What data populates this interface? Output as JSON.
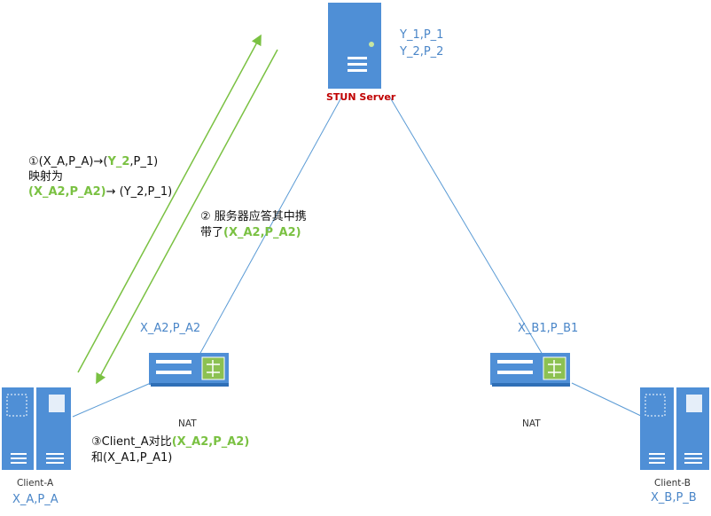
{
  "stun": {
    "label": "STUN Server",
    "addr1": "Y_1,P_1",
    "addr2": "Y_2,P_2"
  },
  "nat_a": {
    "label": "NAT",
    "addr": "X_A2,P_A2"
  },
  "nat_b": {
    "label": "NAT",
    "addr": "X_B1,P_B1"
  },
  "client_a": {
    "label": "Client-A",
    "addr": "X_A,P_A"
  },
  "client_b": {
    "label": "Client-B",
    "addr": "X_B,P_B"
  },
  "step1": {
    "line1_pre": "①(X_A,P_A)",
    "arrow": "→",
    "paren_open": "(",
    "y2": "Y_2",
    "line1_post": ",P_1)",
    "line2": "映射为",
    "mapped": "(X_A2,P_A2)",
    "line3_tail": " (Y_2,P_1)"
  },
  "step2": {
    "line1": "② 服务器应答其中携",
    "line2_pre": "带了",
    "mapped": "(X_A2,P_A2)"
  },
  "step3": {
    "line1_pre": "③Client_A对比",
    "mapped": "(X_A2,P_A2)",
    "line2": "和(X_A1,P_A1)"
  },
  "colors": {
    "device_blue": "#4f8fd6",
    "line_blue": "#5b9bd5",
    "arrow_green": "#7ac142",
    "label_blue": "#4a86c8",
    "stun_label_red": "#c00000"
  },
  "icons": [
    "server-icon",
    "switch-icon",
    "arrow-icon"
  ]
}
